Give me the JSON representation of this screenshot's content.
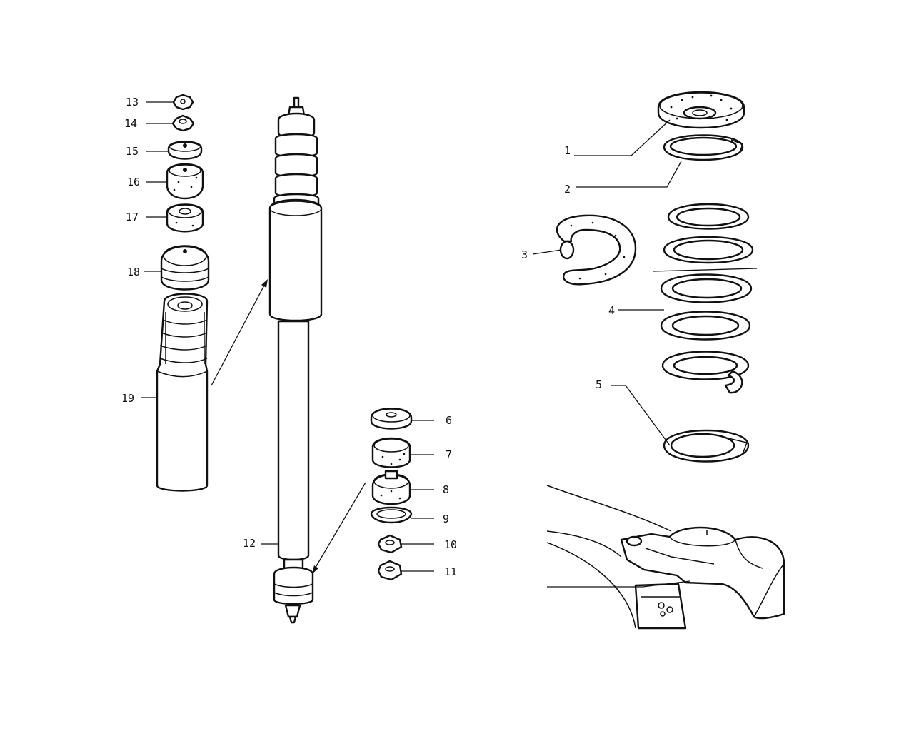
{
  "callouts": {
    "c1": "1",
    "c2": "2",
    "c3": "3",
    "c4": "4",
    "c5": "5",
    "c6": "6",
    "c7": "7",
    "c8": "8",
    "c9": "9",
    "c10": "10",
    "c11": "11",
    "c12": "12",
    "c13": "13",
    "c14": "14",
    "c15": "15",
    "c16": "16",
    "c17": "17",
    "c18": "18",
    "c19": "19"
  },
  "icons": {
    "strut": "shock-absorber-icon",
    "spring": "coil-spring-icon",
    "mount": "body-mount-icon"
  },
  "colors": {
    "ink": "#111111",
    "paper": "#ffffff"
  }
}
